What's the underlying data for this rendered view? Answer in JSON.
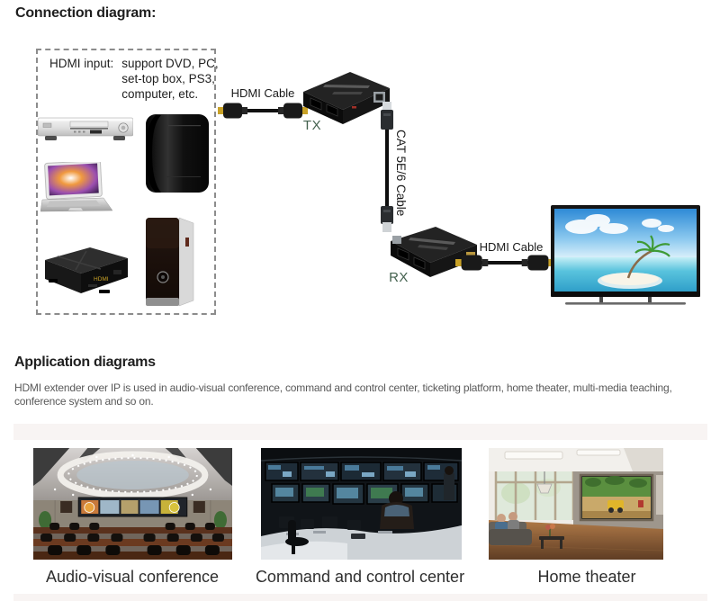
{
  "page": {
    "title": "Connection diagram:",
    "applications_title": "Application diagrams",
    "applications_description": "HDMI extender over IP is used in audio-visual conference, command and control center, ticketing platform, home theater, multi-media teaching, conference system and so on."
  },
  "connection_diagram": {
    "input_label": "HDMI input:",
    "input_lines": [
      "support DVD, PC,",
      "set-top box, PS3,",
      "computer, etc."
    ],
    "hdmi_cable_label_tx": "HDMI Cable",
    "tx_label": "TX",
    "cat_cable_label": "CAT 5E/6 Cable",
    "rx_label": "RX",
    "hdmi_cable_label_rx": "HDMI Cable",
    "stb_logo": "HDMI",
    "source_device_icons": [
      "dvd-player-icon",
      "ps3-console-icon",
      "laptop-icon",
      "set-top-box-icon",
      "pc-tower-icon"
    ],
    "other_icons": [
      "hdmi-cable-icon",
      "ethernet-cable-icon",
      "tx-extender-icon",
      "rx-extender-icon",
      "tv-icon"
    ]
  },
  "applications": {
    "items": [
      {
        "caption": "Audio-visual conference",
        "icon": "conference-room-photo"
      },
      {
        "caption": "Command and control center",
        "icon": "control-room-photo"
      },
      {
        "caption": "Home theater",
        "icon": "home-theater-photo"
      }
    ]
  },
  "colors": {
    "heading": "#1f1f1f",
    "body_text": "#595959",
    "tx_rx_label": "#44624f",
    "divider_band": "#f8f4f3",
    "stb_logo_gold": "#c9a227"
  }
}
